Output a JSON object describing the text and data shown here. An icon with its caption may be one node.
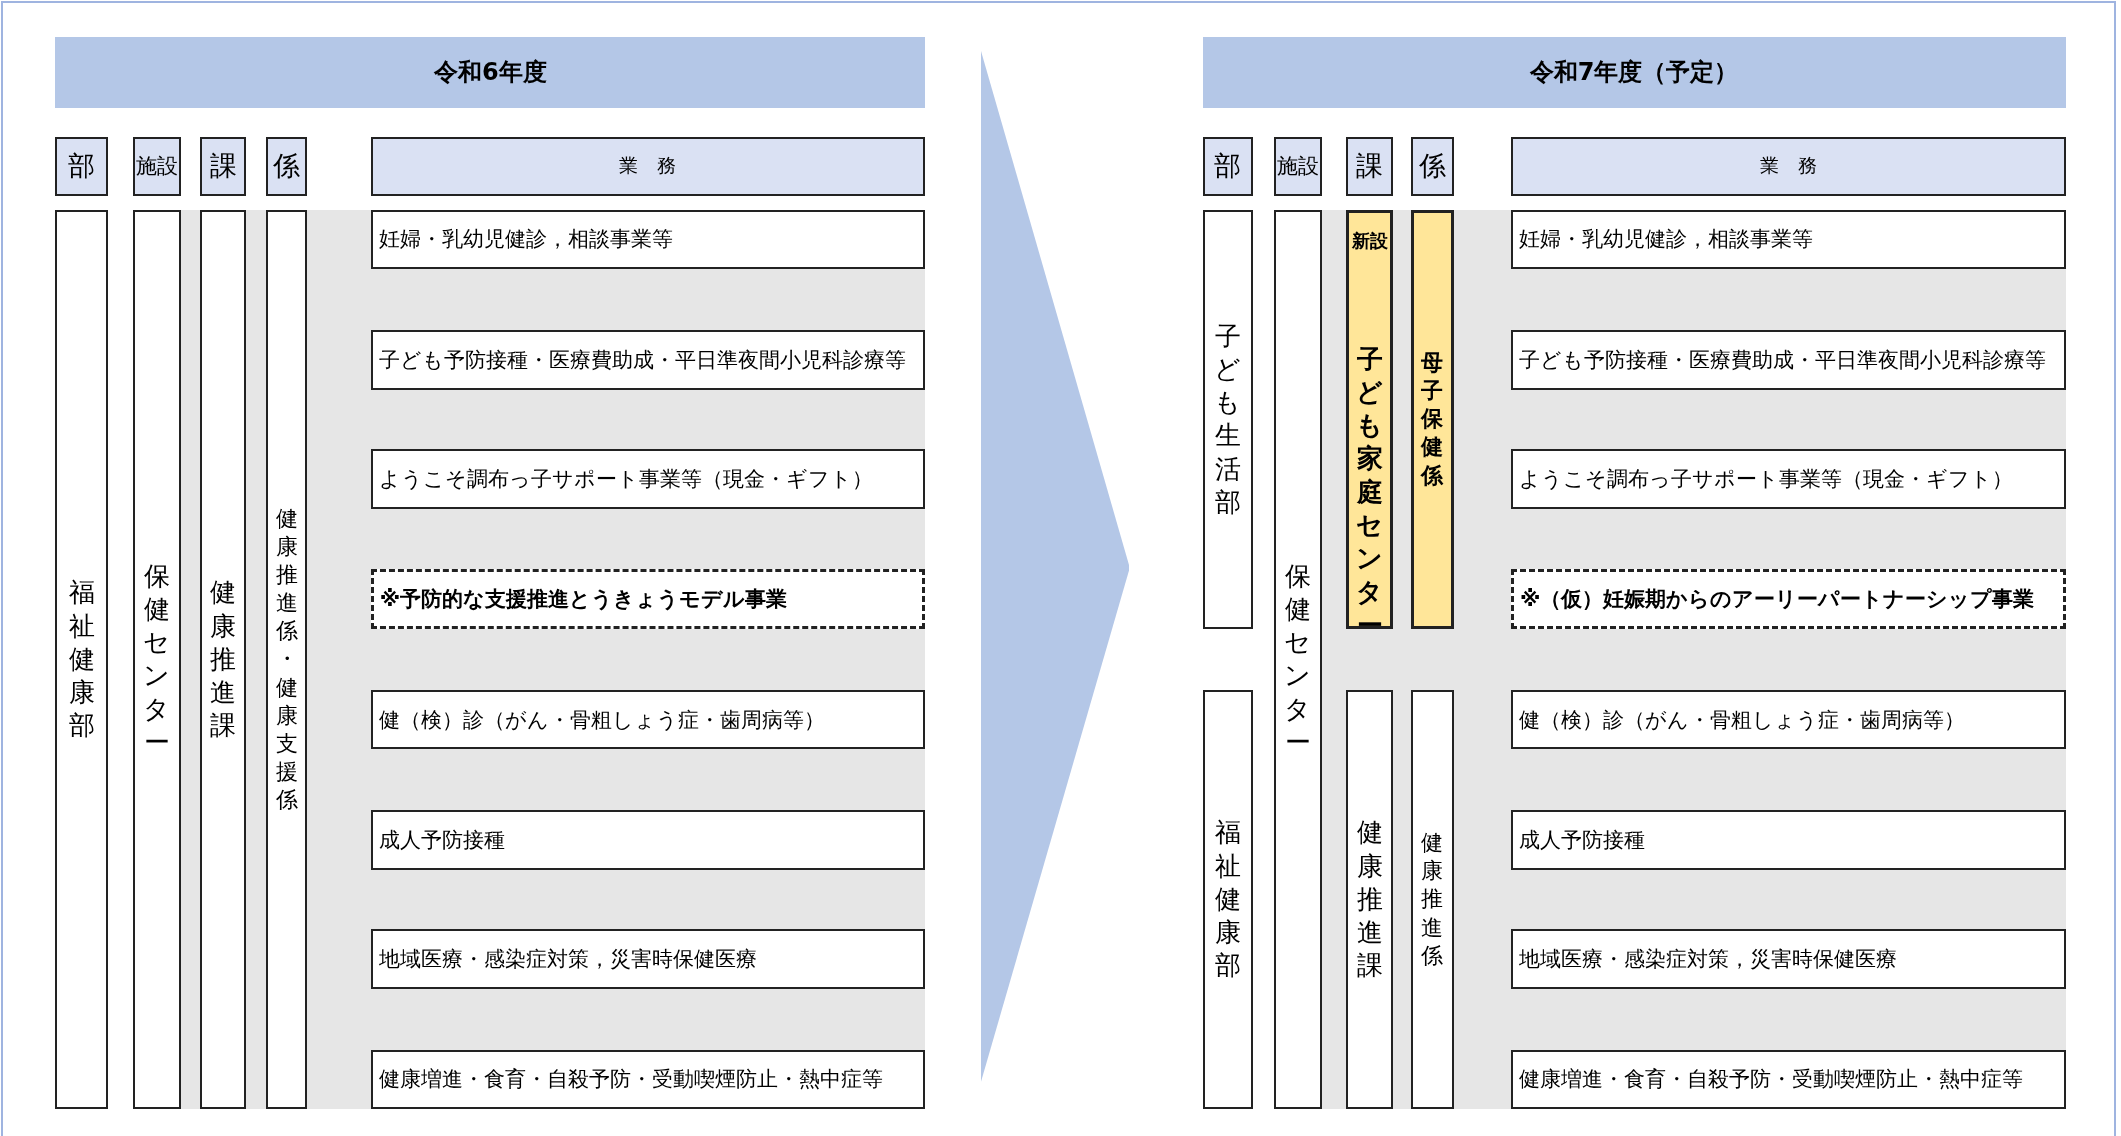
{
  "diagram": {
    "nodes": [
      {
        "text": [
          "令和6年度"
        ]
      },
      {
        "text": [
          "部"
        ]
      },
      {
        "text": [
          "施設"
        ]
      },
      {
        "text": [
          "課"
        ]
      },
      {
        "text": [
          "係"
        ]
      },
      {
        "text": [
          "業　務"
        ]
      },
      {
        "text": [
          "福祉健康部"
        ]
      },
      {
        "text": [
          "保健センター"
        ]
      },
      {
        "text": [
          "健康推進課"
        ]
      },
      {
        "text": [
          "健康推進係・健康支援係"
        ]
      },
      {
        "text": [
          "妊婦・乳幼児健診，相談事業等"
        ]
      },
      {
        "text": [
          "子ども予防接種・医療費助成・平日準夜間小児科診療等"
        ]
      },
      {
        "text": [
          "ようこそ調布っ子サポート事業等（現金・ギフト）"
        ]
      },
      {
        "text": [
          "※予防的な支援推進とうきょうモデル事業"
        ]
      },
      {
        "text": [
          "健（検）診（がん・骨粗しょう症・歯周病等）"
        ]
      },
      {
        "text": [
          "成人予防接種"
        ]
      },
      {
        "text": [
          "地域医療・感染症対策，災害時保健医療"
        ]
      },
      {
        "text": [
          "健康増進・食育・自殺予防・受動喫煙防止・熱中症等"
        ]
      },
      {
        "text": [
          "令和7年度（予定）"
        ]
      },
      {
        "text": [
          "部"
        ]
      },
      {
        "text": [
          "施設"
        ]
      },
      {
        "text": [
          "課"
        ]
      },
      {
        "text": [
          "係"
        ]
      },
      {
        "text": [
          "業　務"
        ]
      },
      {
        "text": [
          "子ども生活部"
        ]
      },
      {
        "text": [
          "保健センター"
        ]
      },
      {
        "text": [
          "新設",
          "子ども家庭センター"
        ]
      },
      {
        "text": [
          "母子保健係"
        ]
      },
      {
        "text": [
          "妊婦・乳幼児健診，相談事業等"
        ]
      },
      {
        "text": [
          "子ども予防接種・医療費助成・平日準夜間小児科診療等"
        ]
      },
      {
        "text": [
          "ようこそ調布っ子サポート事業等（現金・ギフト）"
        ]
      },
      {
        "text": [
          "※（仮）妊娠期からのアーリーパートナーシップ事業"
        ]
      },
      {
        "text": [
          "福祉健康部"
        ]
      },
      {
        "text": [
          "健康推進課"
        ]
      },
      {
        "text": [
          "健康推進係"
        ]
      },
      {
        "text": [
          "健（検）診（がん・骨粗しょう症・歯周病等）"
        ]
      },
      {
        "text": [
          "成人予防接種"
        ]
      },
      {
        "text": [
          "地域医療・感染症対策，災害時保健医療"
        ]
      },
      {
        "text": [
          "健康増進・食育・自殺予防・受動喫煙防止・熱中症等"
        ]
      }
    ]
  }
}
